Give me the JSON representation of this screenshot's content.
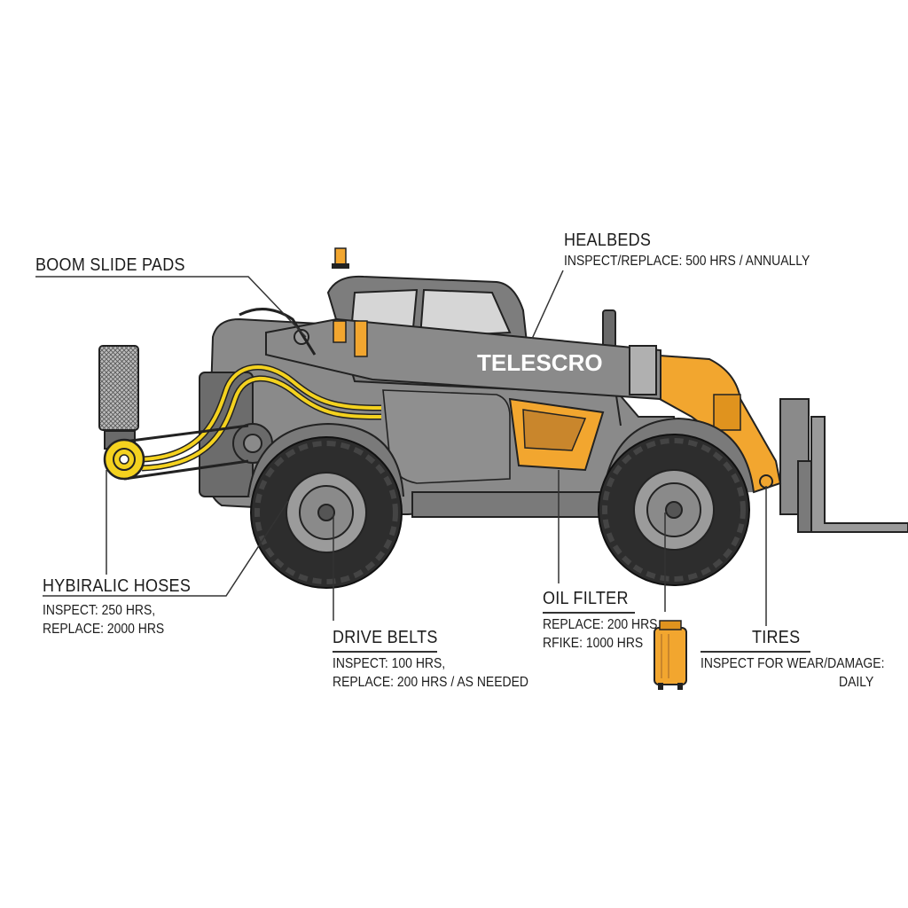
{
  "machine": {
    "brand_text": "TELESCRO",
    "colors": {
      "body": "#8a8a8a",
      "body_dark": "#5e5e5e",
      "accent": "#f2a62f",
      "hose": "#f4d21f",
      "tire": "#2d2d2d",
      "rim": "#9b9b9b",
      "outline": "#222222"
    }
  },
  "callouts": {
    "boom_slide_pads": {
      "title": "BOOM SLIDE PADS"
    },
    "healbeds": {
      "title": "HEALBEDS",
      "line1": "INSPECT/REPLACE: 500 HRS / ANNUALLY"
    },
    "hydraulic_hoses": {
      "title": "HYBIRALIC HOSES",
      "line1": "INSPECT: 250 HRS,",
      "line2": "REPLACE: 2000 HRS"
    },
    "drive_belts": {
      "title": "DRIVE BELTS",
      "line1": "INSPECT: 100 HRS,",
      "line2": "REPLACE: 200 HRS / AS NEEDED"
    },
    "oil_filter": {
      "title": "OIL FILTER",
      "line1": "REPLACE: 200 HRS",
      "line2": "RFIKE: 1000 HRS"
    },
    "tires": {
      "title": "TIRES",
      "line1": "INSPECT FOR WEAR/DAMAGE:",
      "line2": "DAILY"
    }
  }
}
